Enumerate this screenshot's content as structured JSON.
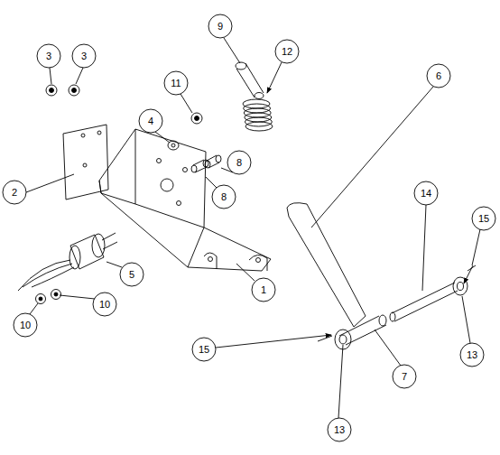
{
  "diagram": {
    "labels": [
      "3",
      "3",
      "9",
      "12",
      "6",
      "11",
      "4",
      "2",
      "8",
      "8",
      "1",
      "5",
      "10",
      "10",
      "15",
      "14",
      "15",
      "13",
      "7",
      "13"
    ]
  }
}
